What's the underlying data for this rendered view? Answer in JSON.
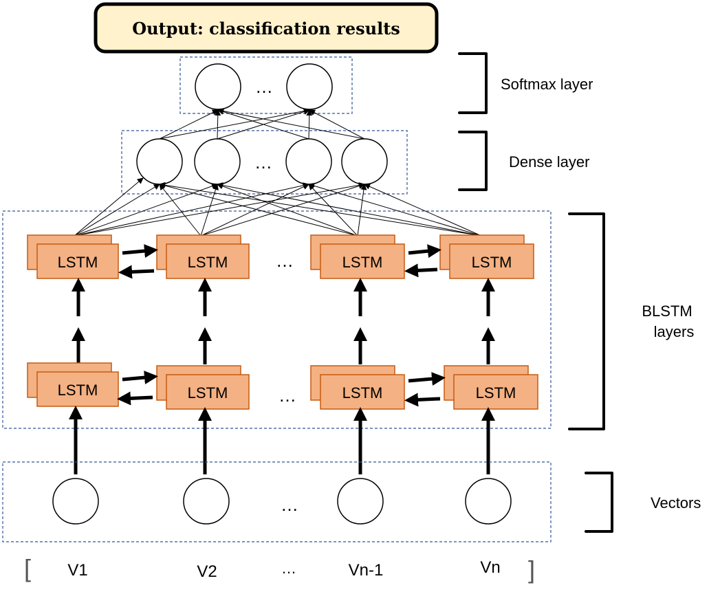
{
  "output_box": {
    "label": "Output: classification results"
  },
  "softmax": {
    "label": "Softmax layer",
    "dots": "…"
  },
  "dense": {
    "label": "Dense layer",
    "dots": "…"
  },
  "blstm": {
    "label_line1": "BLSTM",
    "label_line2": "layers",
    "cell_label": "LSTM",
    "dots_top": "…",
    "dots_bottom": "…"
  },
  "vectors": {
    "label": "Vectors",
    "dots": "…",
    "bracket_open": "[",
    "bracket_close": "]",
    "inputs": [
      "V1",
      "V2",
      "…",
      "Vn-1",
      "Vn"
    ]
  },
  "colors": {
    "lstm_fill": "#f4b183",
    "lstm_border": "#c55a11",
    "output_fill": "#fff2cc",
    "region_border": "#2f5597"
  }
}
